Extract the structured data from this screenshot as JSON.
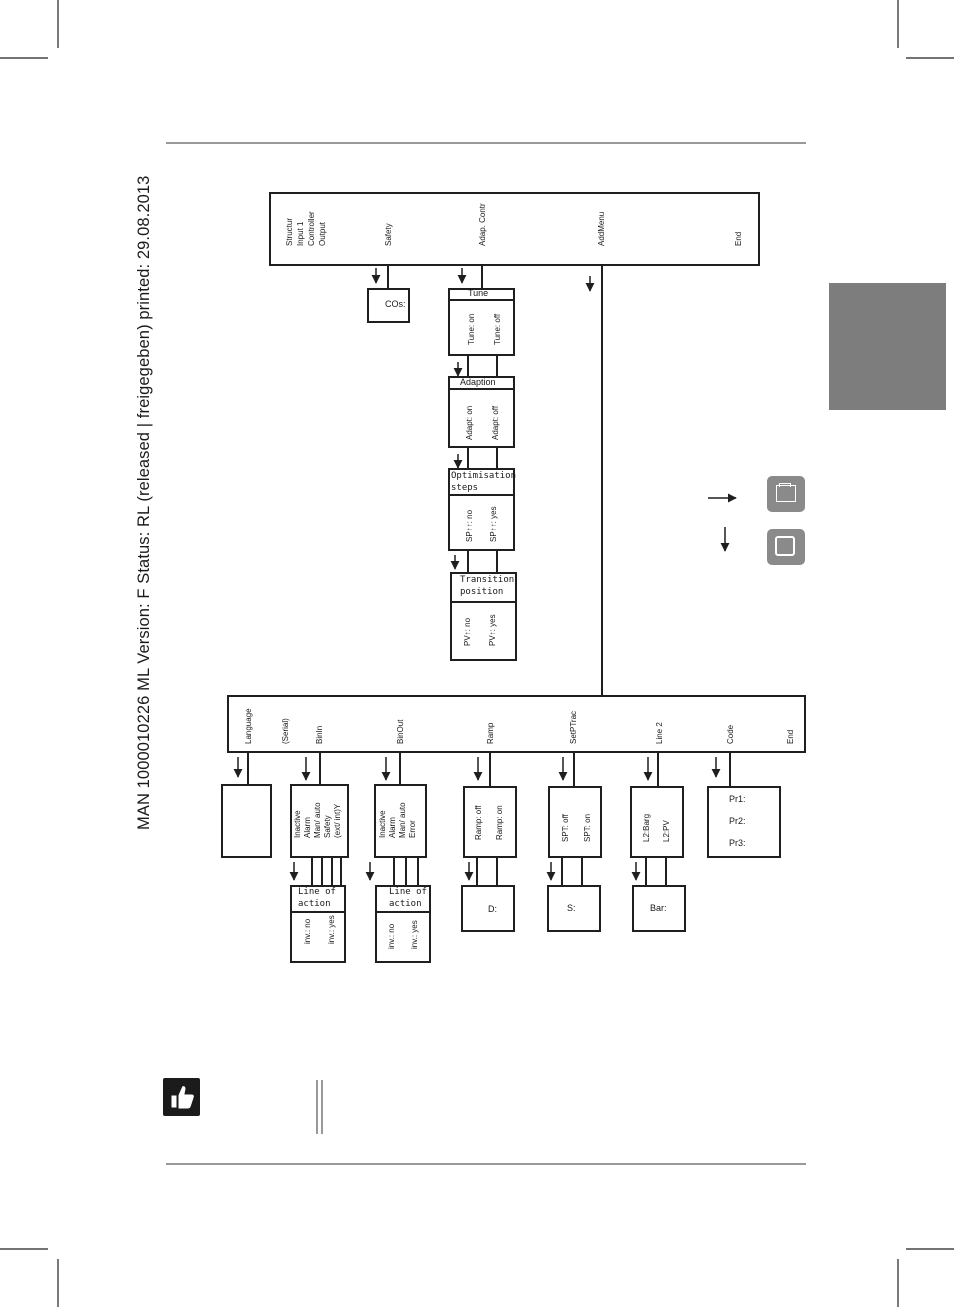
{
  "vertical_header": "MAN  1000010226  ML  Version: F  Status: RL (released | freigegeben)  printed: 29.08.2013",
  "top_menu": {
    "structur_lines": [
      "Structur",
      "Input 1",
      "Controller",
      "Output"
    ],
    "safety": "Safety",
    "adap_contr": "Adap. Contr",
    "add_menu": "AddMenu",
    "end": "End"
  },
  "cos_box": "COs:",
  "tune": {
    "title": "Tune",
    "opt1": "Tune: on",
    "opt2": "Tune: off"
  },
  "adaption": {
    "title": "Adaption",
    "opt1": "Adapt: on",
    "opt2": "Adapt: off"
  },
  "optim": {
    "title1": "Optimisation",
    "title2": "steps",
    "opt1": "SP↑↑: no",
    "opt2": "SP↑↑: yes"
  },
  "transition": {
    "title1": "Transition",
    "title2": "position",
    "opt1": "PV↑: no",
    "opt2": "PV↑: yes"
  },
  "bottom_menu": {
    "language": "Language",
    "serial": "(Serial)",
    "binin": "BinIn",
    "binout": "BinOut",
    "ramp": "Ramp",
    "setptrac": "SetPTrac",
    "line2": "Line 2",
    "code": "Code",
    "end": "End"
  },
  "binin_box": [
    "Inactive",
    "Alarm",
    "Man/ auto",
    "Safety",
    "(ext/ int)Y"
  ],
  "binout_box": [
    "Inactive",
    "Alarm",
    "Man/ auto",
    "Error"
  ],
  "line_action_1": {
    "title1": "Line of",
    "title2": "action",
    "opt1": "inv.: no",
    "opt2": "inv.: yes"
  },
  "line_action_2": {
    "title1": "Line of",
    "title2": "action",
    "opt1": "inv.: no",
    "opt2": "inv.: yes"
  },
  "ramp_box": [
    "Ramp: off",
    "Ramp: on"
  ],
  "ramp_sub": "D:",
  "sp_box": [
    "SPT: off",
    "SPT: on"
  ],
  "sp_sub": "S:",
  "line2_box": [
    "L2:Barg",
    "L2:PV"
  ],
  "line2_sub": "Bar:",
  "code_box": [
    "Pr1:",
    "Pr2:",
    "Pr3:"
  ]
}
